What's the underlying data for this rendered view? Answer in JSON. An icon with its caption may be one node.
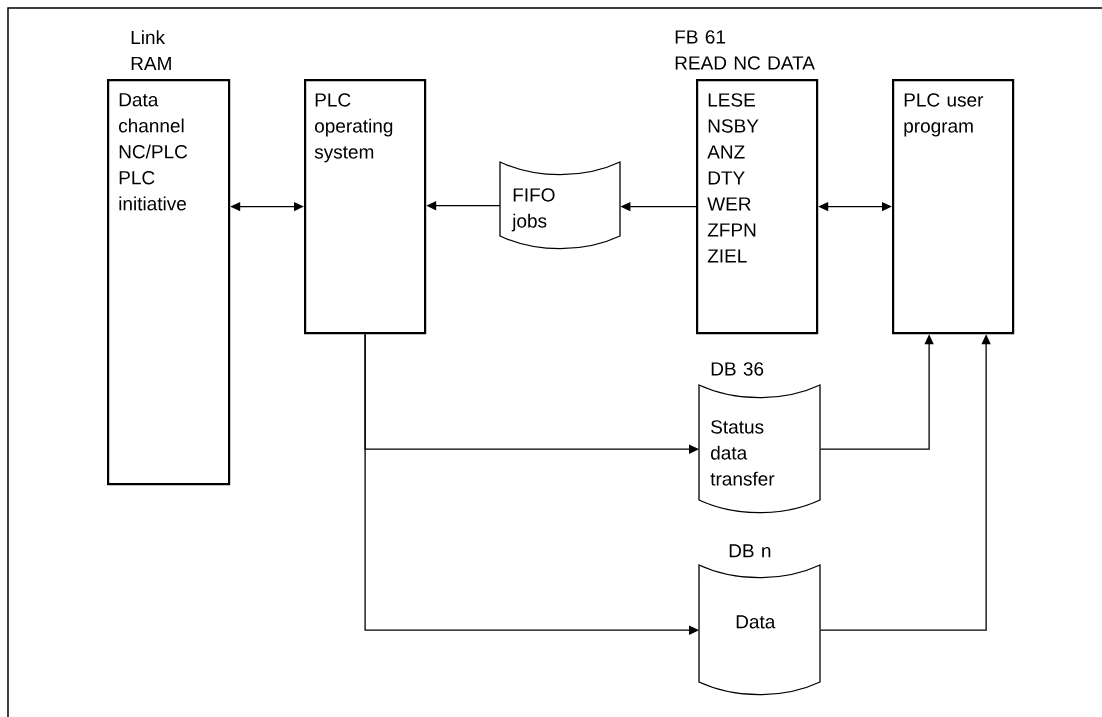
{
  "diagram": {
    "nodes": [
      {
        "text": [
          "Link RAM",
          "Data channel NC/PLC PLC initiative"
        ]
      },
      {
        "text": [
          "PLC operating system"
        ]
      },
      {
        "text": [
          "FIFO jobs"
        ]
      },
      {
        "text": [
          "FB 61",
          "READ NC DATA",
          "LESE NSBY ANZ DTY WER ZFPN ZIEL"
        ]
      },
      {
        "text": [
          "PLC user program"
        ]
      },
      {
        "text": [
          "DB 36",
          "Status data transfer"
        ]
      },
      {
        "text": [
          "DB n",
          "Data"
        ]
      }
    ],
    "edges": [
      {
        "from": 0,
        "to": 1,
        "arrow": "both"
      },
      {
        "from": 2,
        "to": 1,
        "arrow": "to"
      },
      {
        "from": 3,
        "to": 2,
        "arrow": "to"
      },
      {
        "from": 3,
        "to": 4,
        "arrow": "both"
      },
      {
        "from": 1,
        "to": 5,
        "arrow": "to"
      },
      {
        "from": 1,
        "to": 6,
        "arrow": "to"
      },
      {
        "from": 5,
        "to": 4,
        "arrow": "to"
      },
      {
        "from": 6,
        "to": 4,
        "arrow": "to"
      }
    ]
  }
}
